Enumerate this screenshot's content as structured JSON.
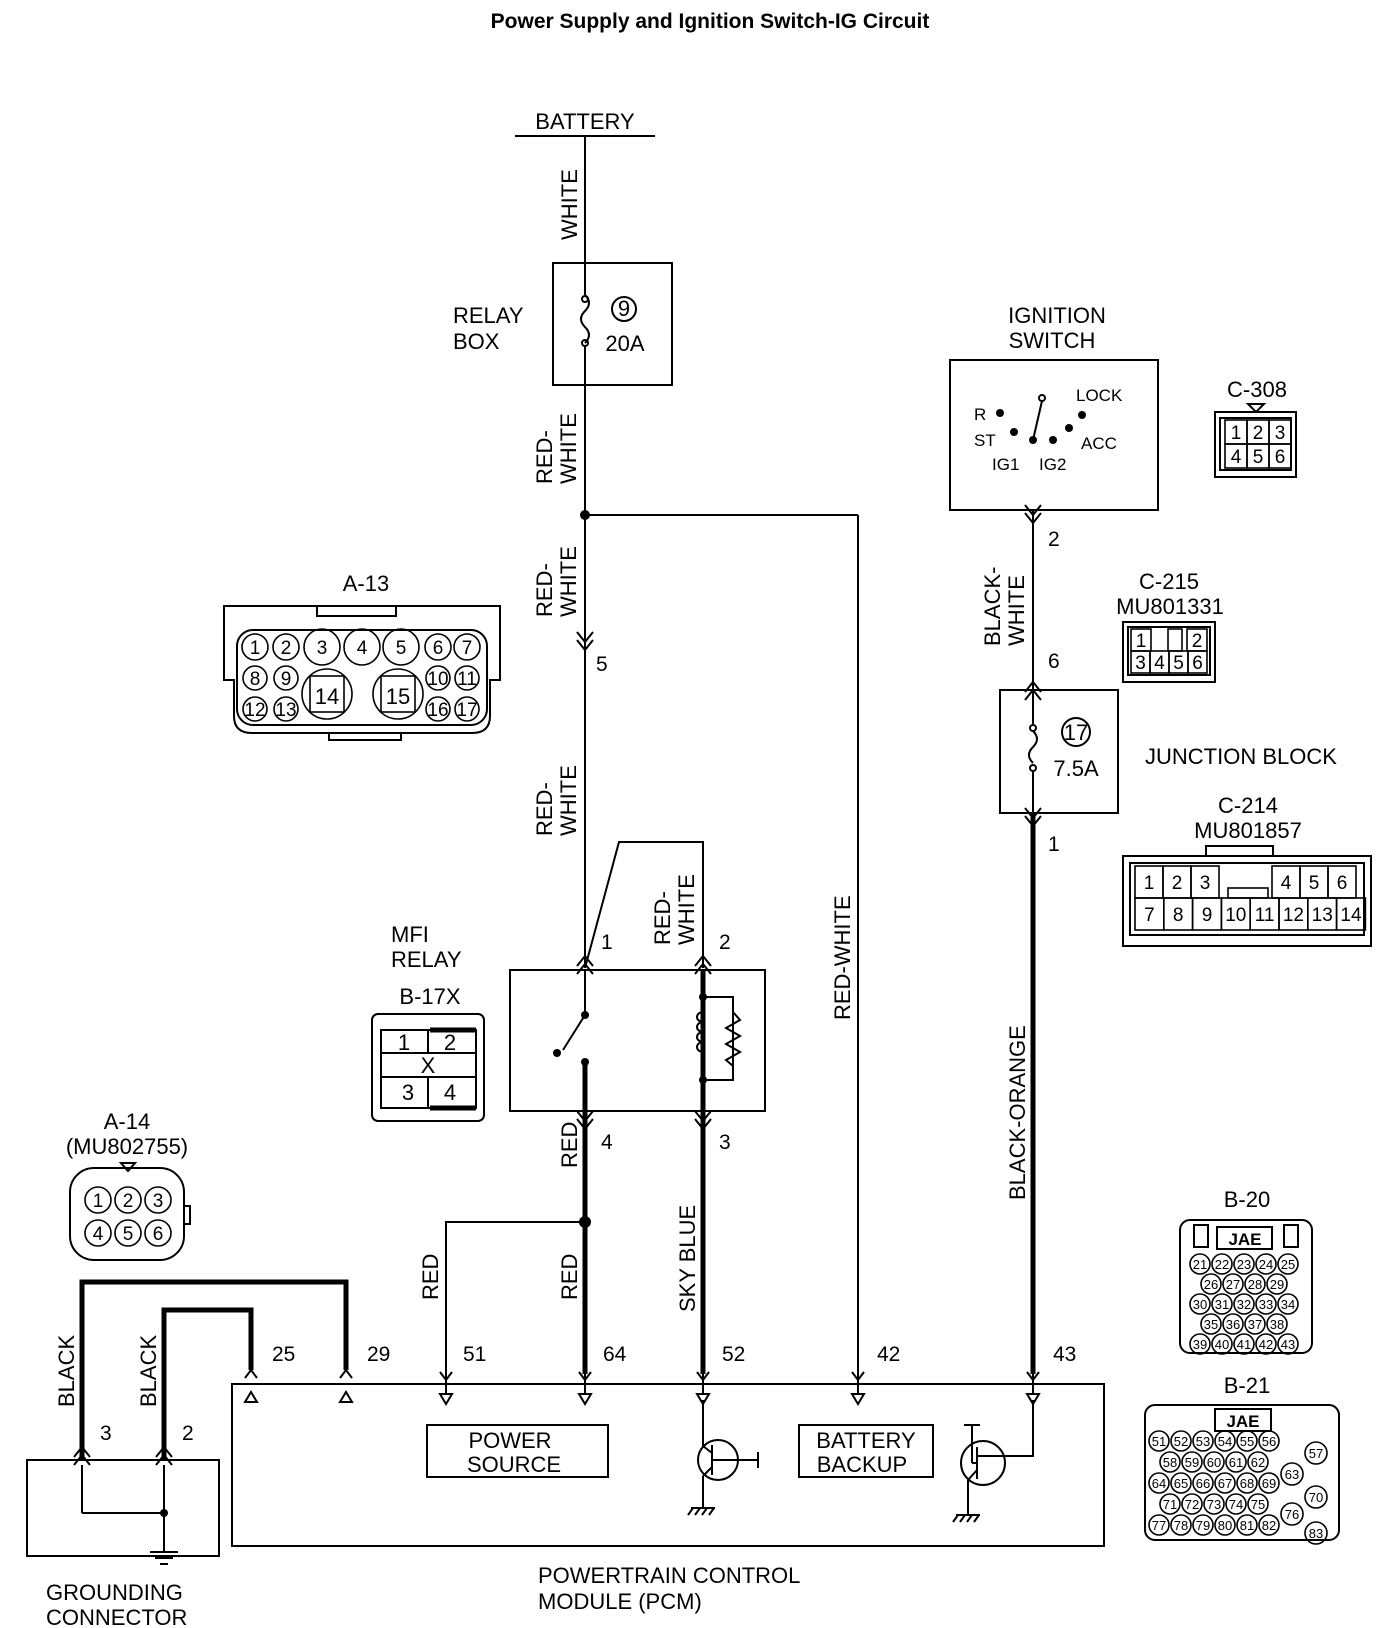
{
  "title": "Power Supply and Ignition Switch-IG Circuit",
  "components": {
    "battery": "BATTERY",
    "relay_box": [
      "RELAY",
      "BOX"
    ],
    "fuse9": {
      "num": "9",
      "rating": "20A"
    },
    "ignition_switch": [
      "IGNITION",
      "SWITCH"
    ],
    "switch_positions": {
      "r": "R",
      "st": "ST",
      "lock": "LOCK",
      "acc": "ACC",
      "ig1": "IG1",
      "ig2": "IG2"
    },
    "junction_block": "JUNCTION  BLOCK",
    "fuse17": {
      "num": "17",
      "rating": "7.5A"
    },
    "mfi_relay": [
      "MFI",
      "RELAY"
    ],
    "pcm": [
      "POWERTRAIN CONTROL",
      "MODULE (PCM)"
    ],
    "power_source": [
      "POWER",
      "SOURCE"
    ],
    "battery_backup": [
      "BATTERY",
      "BACKUP"
    ],
    "grounding_connector": [
      "GROUNDING",
      "CONNECTOR"
    ]
  },
  "wire_labels": {
    "white": "WHITE",
    "red_white_1": [
      "RED-",
      "WHITE"
    ],
    "red_white_2": [
      "RED-",
      "WHITE"
    ],
    "red_white_3": [
      "RED-",
      "WHITE"
    ],
    "red_white_4": [
      "RED-",
      "WHITE"
    ],
    "red_white_long": "RED-WHITE",
    "black_white": [
      "BLACK-",
      "WHITE"
    ],
    "black_orange": "BLACK-ORANGE",
    "red_1": "RED",
    "red_2": "RED",
    "red_3": "RED",
    "sky_blue": "SKY BLUE",
    "black_1": "BLACK",
    "black_2": "BLACK"
  },
  "pins": {
    "p5": "5",
    "p1": "1",
    "p2": "2",
    "p4": "4",
    "p3": "3",
    "ig_2": "2",
    "ig_6": "6",
    "ig_1": "1",
    "pcm_25": "25",
    "pcm_29": "29",
    "pcm_51": "51",
    "pcm_64": "64",
    "pcm_52": "52",
    "pcm_42": "42",
    "pcm_43": "43",
    "g3": "3",
    "g2": "2"
  },
  "connectors": {
    "a13": {
      "label": "A-13",
      "row1": [
        "1",
        "2",
        "3",
        "4",
        "5",
        "6",
        "7"
      ],
      "row2": [
        "8",
        "9",
        "10",
        "11"
      ],
      "row3": [
        "12",
        "13",
        "16",
        "17"
      ],
      "big": [
        "14",
        "15"
      ]
    },
    "a14": {
      "label": "A-14",
      "part": "(MU802755)",
      "pins": [
        "1",
        "2",
        "3",
        "4",
        "5",
        "6"
      ]
    },
    "b17x": {
      "label": "B-17X",
      "pins": [
        "1",
        "2",
        "3",
        "4"
      ],
      "mark": "X"
    },
    "c308": {
      "label": "C-308",
      "pins": [
        "1",
        "2",
        "3",
        "4",
        "5",
        "6"
      ]
    },
    "c215": {
      "label": "C-215",
      "part": "MU801331",
      "row1": [
        "1",
        "2"
      ],
      "row2": [
        "3",
        "4",
        "5",
        "6"
      ]
    },
    "c214": {
      "label": "C-214",
      "part": "MU801857",
      "row1": [
        "1",
        "2",
        "3",
        "4",
        "5",
        "6"
      ],
      "row2": [
        "7",
        "8",
        "9",
        "10",
        "11",
        "12",
        "13",
        "14"
      ]
    },
    "b20": {
      "label": "B-20",
      "maker": "JAE",
      "rows": [
        [
          "21",
          "22",
          "23",
          "24",
          "25"
        ],
        [
          "26",
          "27",
          "28",
          "29"
        ],
        [
          "30",
          "31",
          "32",
          "33",
          "34"
        ],
        [
          "35",
          "36",
          "37",
          "38"
        ],
        [
          "39",
          "40",
          "41",
          "42",
          "43"
        ]
      ]
    },
    "b21": {
      "label": "B-21",
      "maker": "JAE",
      "rows": [
        [
          "51",
          "52",
          "53",
          "54",
          "55",
          "56"
        ],
        [
          "58",
          "59",
          "60",
          "61",
          "62"
        ],
        [
          "64",
          "65",
          "66",
          "67",
          "68",
          "69"
        ],
        [
          "71",
          "72",
          "73",
          "74",
          "75"
        ],
        [
          "77",
          "78",
          "79",
          "80",
          "81",
          "82"
        ]
      ],
      "side": [
        "57",
        "63",
        "70",
        "76",
        "83"
      ]
    }
  }
}
